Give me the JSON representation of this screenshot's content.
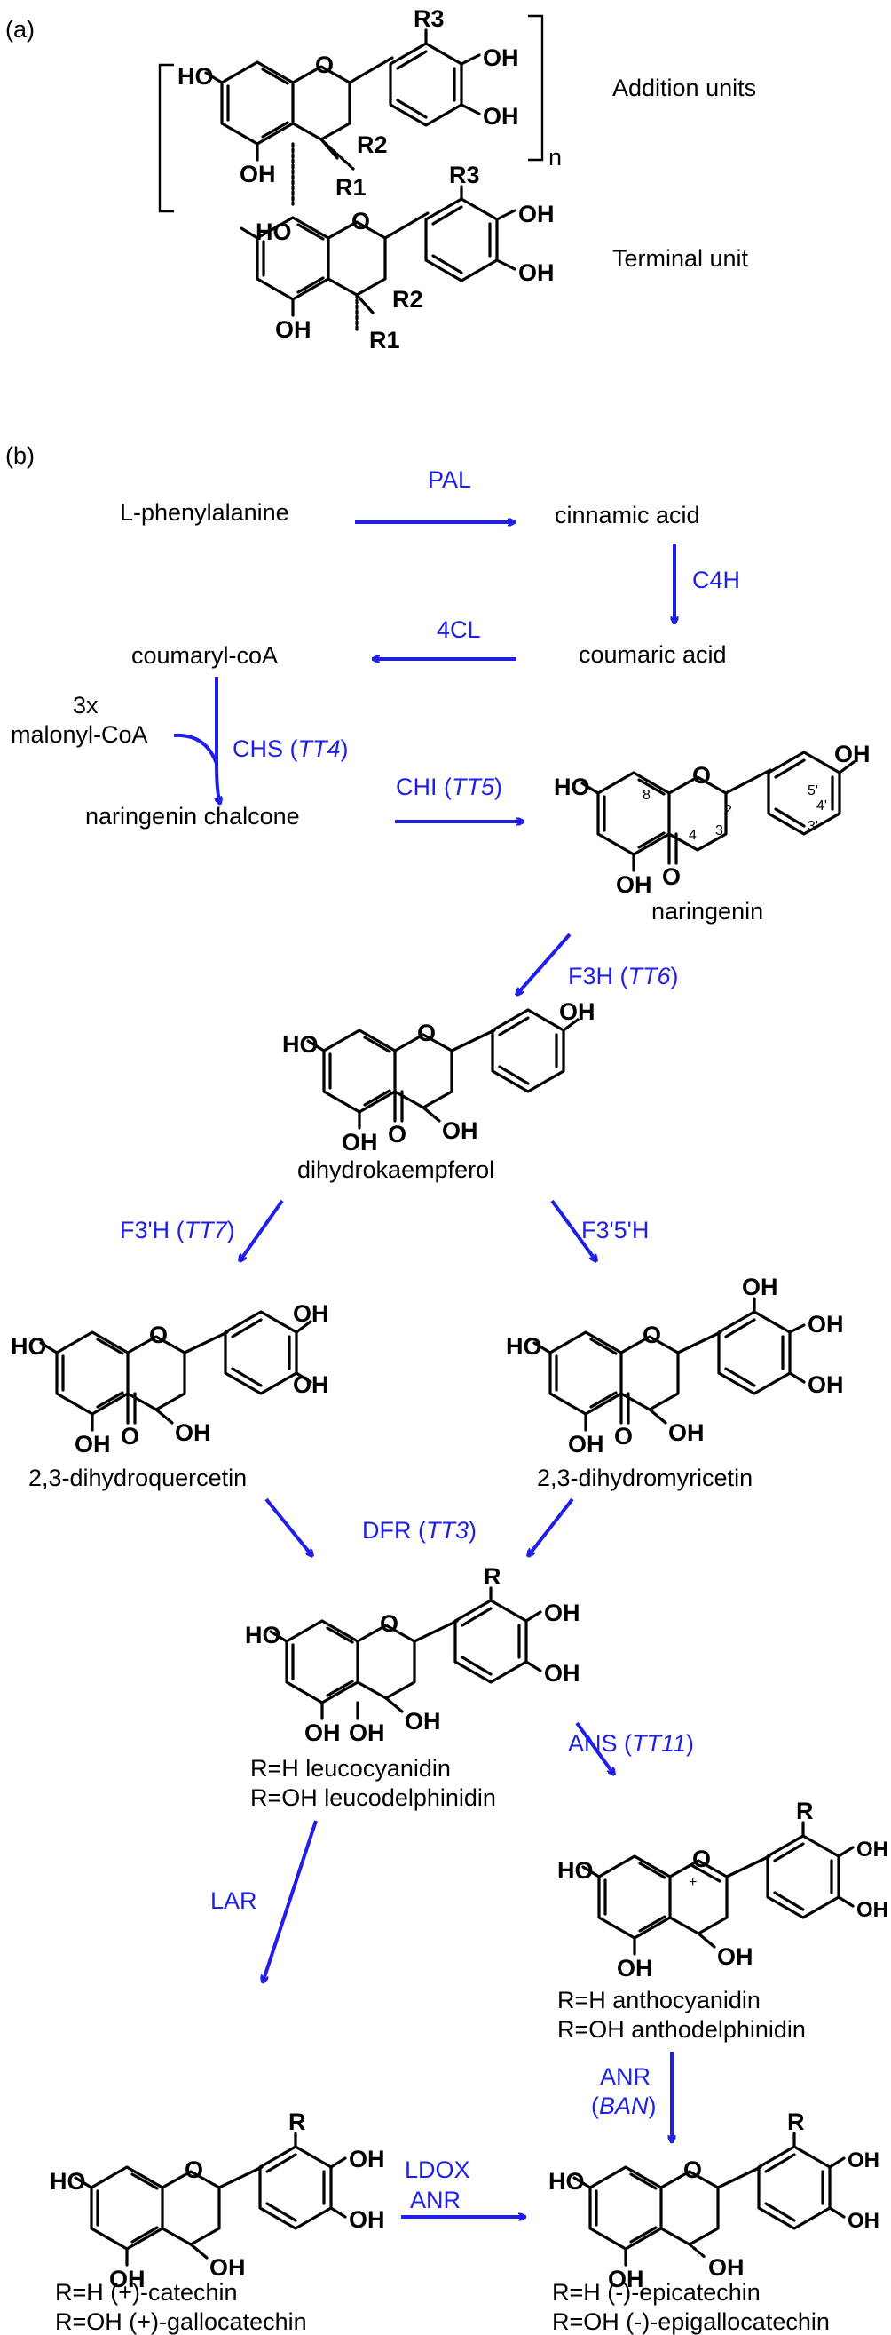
{
  "panels": {
    "a": "(a)",
    "b": "(b)"
  },
  "panel_a": {
    "addition_units": "Addition units",
    "terminal_unit": "Terminal unit",
    "repeat_n": "n",
    "R3": "R3",
    "R2": "R2",
    "R1": "R1"
  },
  "pathway": {
    "l_phenylalanine": "L-phenylalanine",
    "cinnamic_acid": "cinnamic acid",
    "coumaric_acid": "coumaric acid",
    "coumaryl_coa": "coumaryl-coA",
    "malonyl_3x": "3x",
    "malonyl_coa": "malonyl-CoA",
    "naringenin_chalcone": "naringenin chalcone",
    "naringenin": "naringenin",
    "dihydrokaempferol": "dihydrokaempferol",
    "dihydroquercetin": "2,3-dihydroquercetin",
    "dihydromyricetin": "2,3-dihydromyricetin",
    "leuco_h": "R=H leucocyanidin",
    "leuco_oh": "R=OH leucodelphinidin",
    "antho_h": "R=H anthocyanidin",
    "antho_oh": "R=OH anthodelphinidin",
    "catechin_h": "R=H (+)-catechin",
    "catechin_oh": "R=OH (+)-gallocatechin",
    "epicatechin_h": "R=H (-)-epicatechin",
    "epicatechin_oh": "R=OH (-)-epigallocatechin"
  },
  "enzymes": {
    "pal": "PAL",
    "c4h": "C4H",
    "fourcl": "4CL",
    "chs": "CHS (",
    "chs_gene": "TT4",
    "chi": "CHI (",
    "chi_gene": "TT5",
    "f3h": "F3H (",
    "f3h_gene": "TT6",
    "f3ph": "F3'H (",
    "f3ph_gene": "TT7",
    "f35h": "F3'5'H",
    "dfr": "DFR (",
    "dfr_gene": "TT3",
    "ans": "ANS (",
    "ans_gene": "TT11",
    "lar": "LAR",
    "anr": "ANR",
    "anr_gene": "BAN",
    "ldox": "LDOX",
    "anr2": "ANR",
    "close": ")"
  },
  "atoms": {
    "ho": "HO",
    "oh": "OH",
    "o": "O",
    "r": "R",
    "plus": "+"
  },
  "ring_numbers": [
    "8",
    "2",
    "3",
    "4",
    "5'",
    "4'",
    "3'"
  ],
  "colors": {
    "enzyme": "#1f1fe6",
    "structure": "#000000"
  }
}
